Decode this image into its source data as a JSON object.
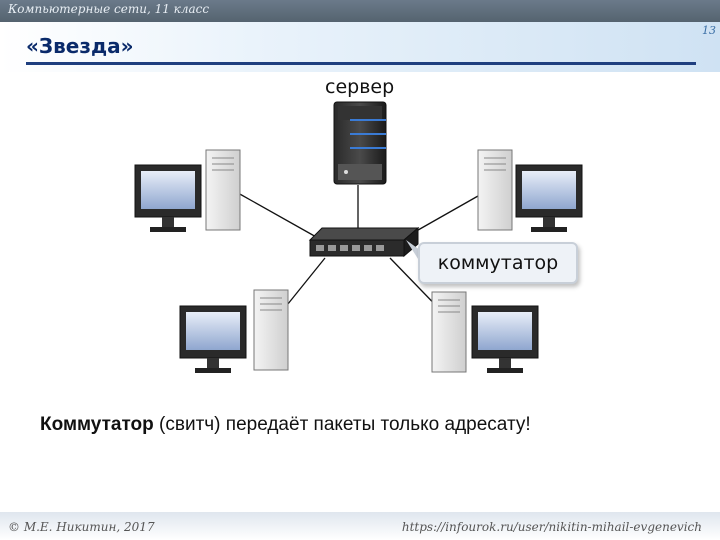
{
  "header": {
    "course": "Компьютерные сети, 11 класс",
    "slide_number": "13"
  },
  "slide": {
    "title": "«Звезда»",
    "labels": {
      "server": "сервер",
      "switch": "коммутатор"
    },
    "caption": {
      "bold1": "Коммутатор",
      "bold2": "(свитч)",
      "rest": " передаёт пакеты только адресату!"
    }
  },
  "footer": {
    "author": "© М.Е. Никитин, 2017",
    "url": "https://infourok.ru/user/nikitin-mihail-evgenevich"
  },
  "icons": {
    "server": "server-icon",
    "switch": "network-switch-icon",
    "computer": "desktop-computer-icon"
  }
}
